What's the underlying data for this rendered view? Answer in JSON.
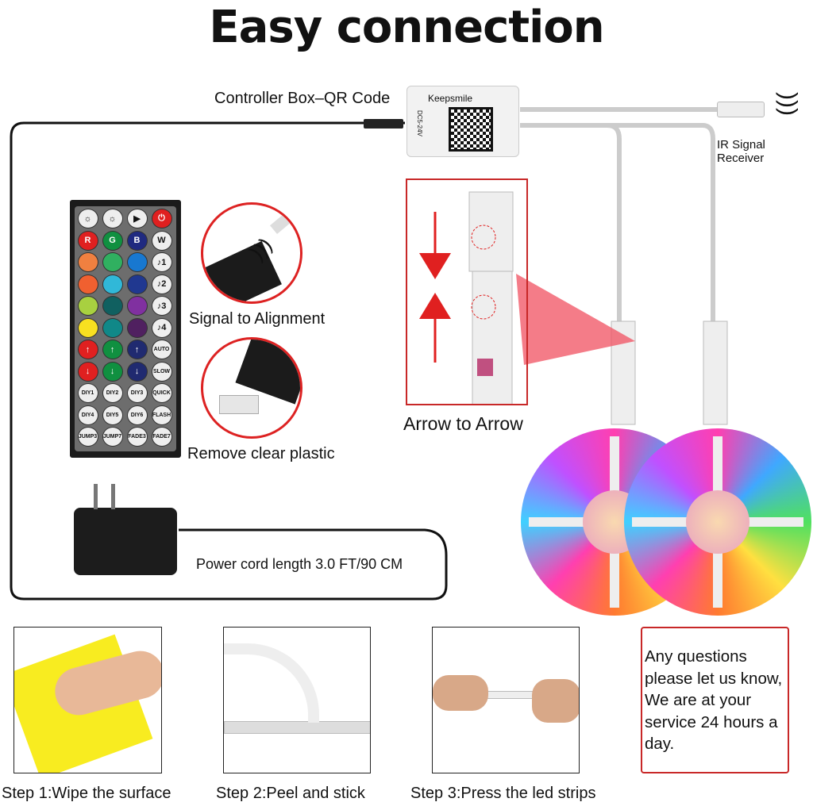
{
  "title": "Easy connection",
  "labels": {
    "controller": "Controller Box–QR Code",
    "ir": "IR Signal Receiver",
    "signal": "Signal to Alignment",
    "remove": "Remove clear plastic",
    "arrow": "Arrow to Arrow",
    "power": "Power cord length 3.0 FT/90 CM"
  },
  "controller_box": {
    "brand": "Keepsmile",
    "voltage": "DC5-24V"
  },
  "remote": [
    {
      "t": "☼",
      "c": "w"
    },
    {
      "t": "☼",
      "c": "w"
    },
    {
      "t": "▶",
      "c": "w"
    },
    {
      "t": "⏻",
      "c": "#e02020"
    },
    {
      "t": "R",
      "c": "#e02020"
    },
    {
      "t": "G",
      "c": "#109040"
    },
    {
      "t": "B",
      "c": "#202a80"
    },
    {
      "t": "W",
      "c": "w"
    },
    {
      "t": "",
      "c": "#f08040"
    },
    {
      "t": "",
      "c": "#30b060"
    },
    {
      "t": "",
      "c": "#1878d0"
    },
    {
      "t": "♪1",
      "c": "w"
    },
    {
      "t": "",
      "c": "#f06030"
    },
    {
      "t": "",
      "c": "#30b8d8"
    },
    {
      "t": "",
      "c": "#203890"
    },
    {
      "t": "♪2",
      "c": "w"
    },
    {
      "t": "",
      "c": "#a8d040"
    },
    {
      "t": "",
      "c": "#106060"
    },
    {
      "t": "",
      "c": "#8030a0"
    },
    {
      "t": "♪3",
      "c": "w"
    },
    {
      "t": "",
      "c": "#f8e020"
    },
    {
      "t": "",
      "c": "#108888"
    },
    {
      "t": "",
      "c": "#502060"
    },
    {
      "t": "♪4",
      "c": "w"
    },
    {
      "t": "↑",
      "c": "#e02020"
    },
    {
      "t": "↑",
      "c": "#109040"
    },
    {
      "t": "↑",
      "c": "#202a70"
    },
    {
      "t": "AUTO",
      "c": "w"
    },
    {
      "t": "↓",
      "c": "#e02020"
    },
    {
      "t": "↓",
      "c": "#109040"
    },
    {
      "t": "↓",
      "c": "#202a70"
    },
    {
      "t": "SLOW",
      "c": "w"
    },
    {
      "t": "DIY1",
      "c": "w"
    },
    {
      "t": "DIY2",
      "c": "w"
    },
    {
      "t": "DIY3",
      "c": "w"
    },
    {
      "t": "QUICK",
      "c": "w"
    },
    {
      "t": "DIY4",
      "c": "w"
    },
    {
      "t": "DIY5",
      "c": "w"
    },
    {
      "t": "DIY6",
      "c": "w"
    },
    {
      "t": "FLASH",
      "c": "w"
    },
    {
      "t": "JUMP3",
      "c": "w"
    },
    {
      "t": "JUMP7",
      "c": "w"
    },
    {
      "t": "FADE3",
      "c": "w"
    },
    {
      "t": "FADE7",
      "c": "w"
    }
  ],
  "steps": [
    {
      "label": "Step 1:Wipe the surface"
    },
    {
      "label": "Step 2:Peel and stick"
    },
    {
      "label": "Step 3:Press the led strips"
    }
  ],
  "note": "Any questions please let us know, We are at your service 24 hours a day.",
  "colors": {
    "accent_red": "#d42020",
    "frame_red": "#c82828"
  }
}
